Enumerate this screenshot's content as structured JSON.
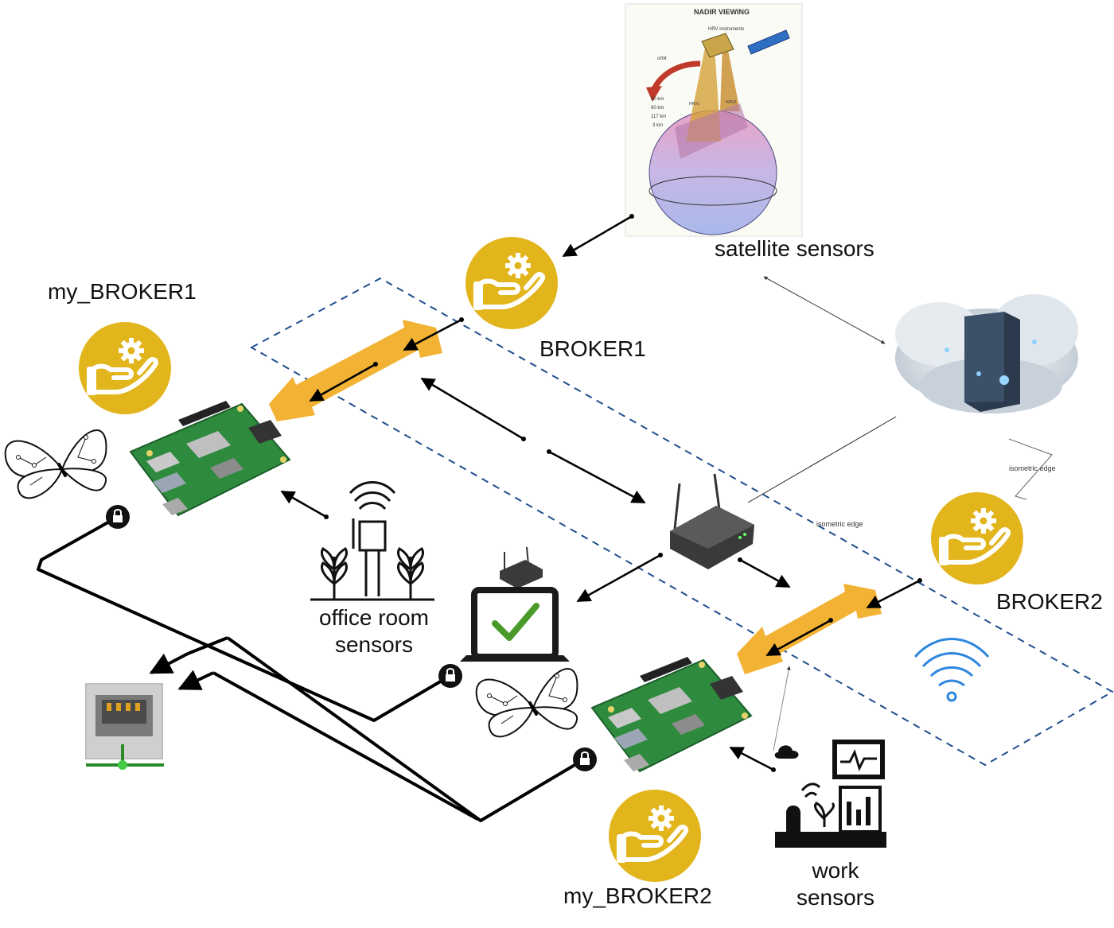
{
  "labels": {
    "my_broker1": "my_BROKER1",
    "broker1": "BROKER1",
    "broker2": "BROKER2",
    "my_broker2": "my_BROKER2",
    "satellite_sensors": "satellite sensors",
    "office_sensors_line1": "office room",
    "office_sensors_line2": "sensors",
    "work_sensors_line1": "work",
    "work_sensors_line2": "sensors",
    "isometric_edge_1": "isometric edge",
    "isometric_edge_2": "isometric edge"
  },
  "satellite_figure": {
    "title": "NADIR VIEWING",
    "instruments": "HRV instruments",
    "orbit": "orbit",
    "hrv1": "HRV1",
    "hrv2": "HRV2",
    "distances": [
      "60 km",
      "60 km",
      "117 km",
      "3 km"
    ]
  },
  "icons": {
    "broker": "hand-gear-icon",
    "raspberry_pi": "raspberry-pi-board-icon",
    "butterfly": "butterfly-network-icon",
    "router": "wifi-router-icon",
    "laptop": "laptop-check-icon",
    "cloud_server": "cloud-server-icon",
    "ethernet_port": "ethernet-port-icon",
    "wifi": "wifi-signal-icon",
    "lock": "lock-icon",
    "plant_sensor": "plant-sensor-icon",
    "monitor_station": "monitor-station-icon"
  },
  "colors": {
    "broker_badge": "#E2B51C",
    "stream_arrow": "#F2B233",
    "isometric_border": "#1F4E8C",
    "wifi_blue": "#2E86DE",
    "pcb_green": "#2E8B3E"
  }
}
